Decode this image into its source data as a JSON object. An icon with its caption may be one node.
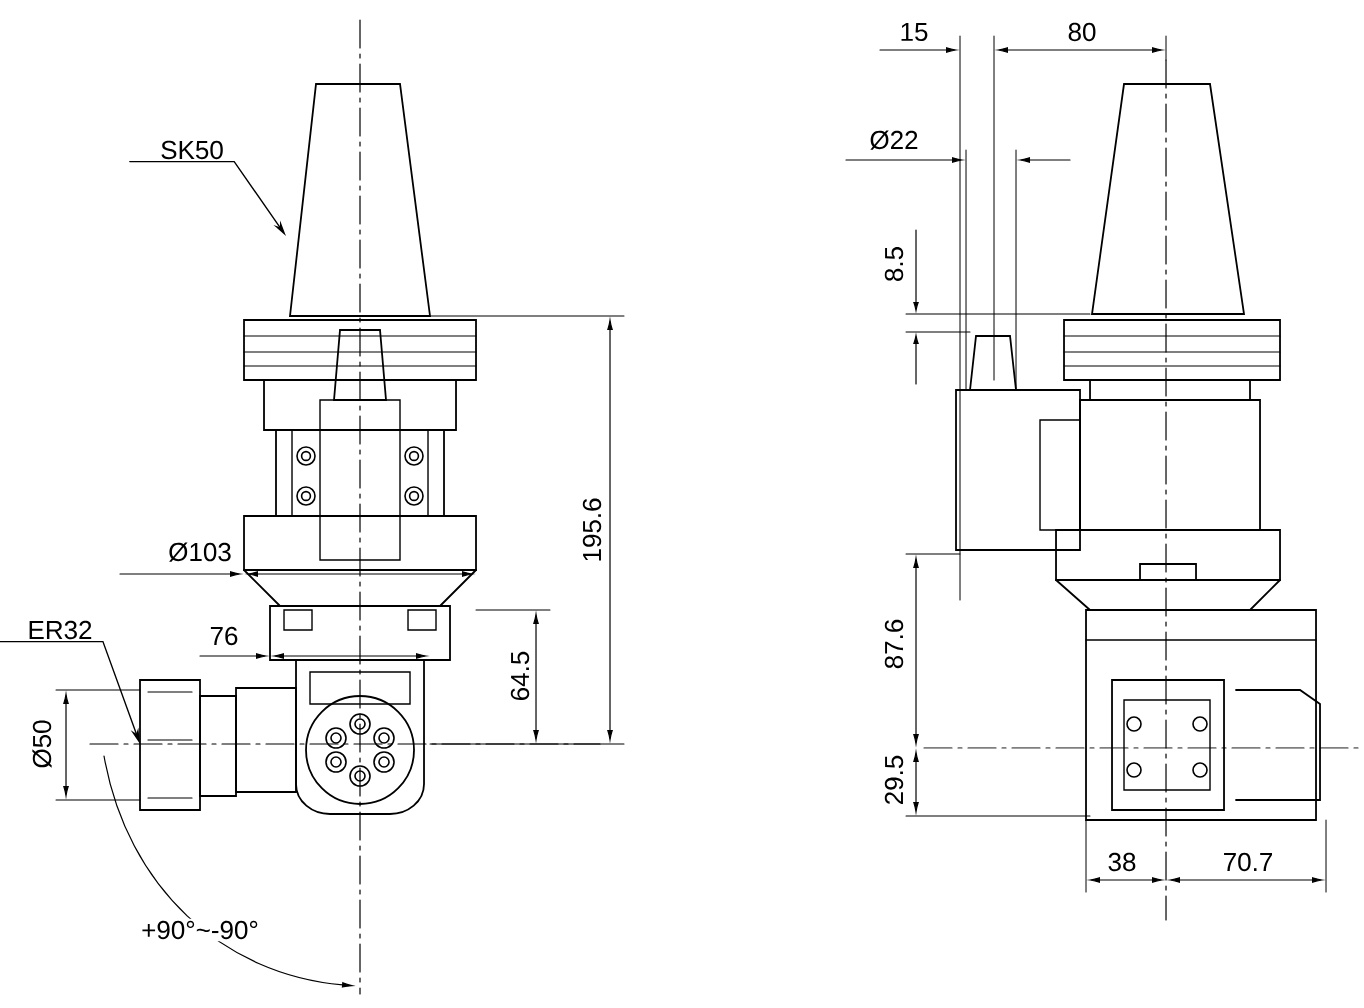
{
  "diagram": {
    "nodes": [
      {
        "text": [
          "SK50"
        ]
      },
      {
        "text": [
          "ER32"
        ]
      }
    ],
    "edges": [
      {
        "from": 0,
        "to": null,
        "arrow": "to"
      },
      {
        "from": 1,
        "to": null,
        "arrow": "to"
      }
    ],
    "labels": [
      "15",
      "80",
      "Ø22",
      "8.5",
      "Ø103",
      "195.6",
      "76",
      "64.5",
      "87.6",
      "Ø50",
      "29.5",
      "38",
      "70.7",
      "+90°~-90°"
    ]
  }
}
